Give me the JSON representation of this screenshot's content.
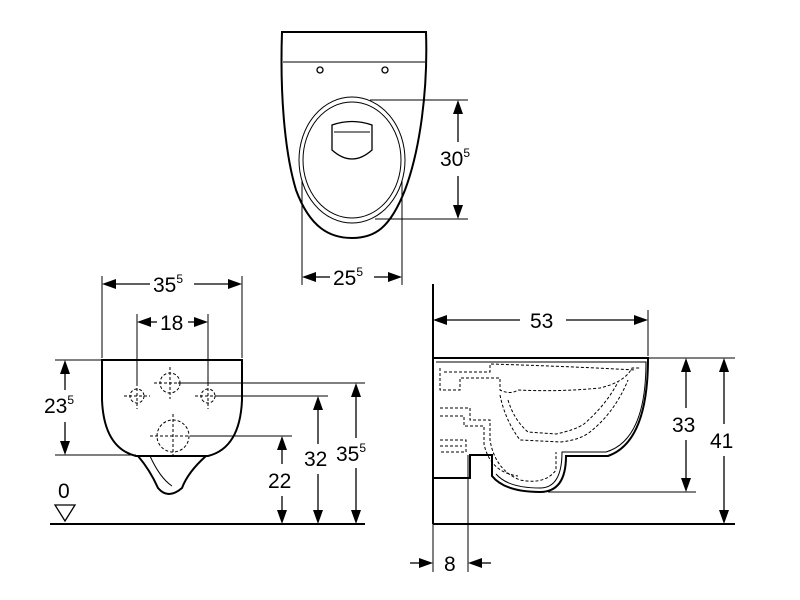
{
  "top_view": {
    "depth_label": {
      "main": "30",
      "sup": "5"
    },
    "width_label": {
      "main": "25",
      "sup": "5"
    }
  },
  "front_view": {
    "overall_width_label": {
      "main": "35",
      "sup": "5"
    },
    "fixing_spacing_label": {
      "main": "18"
    },
    "height_left_label": {
      "main": "23",
      "sup": "5"
    },
    "height_22_label": {
      "main": "22"
    },
    "height_32_label": {
      "main": "32"
    },
    "height_35_label": {
      "main": "35",
      "sup": "5"
    },
    "floor_level_label": "0"
  },
  "side_view": {
    "projection_label": {
      "main": "53"
    },
    "height_33_label": {
      "main": "33"
    },
    "height_41_label": {
      "main": "41"
    },
    "wall_offset_label": {
      "main": "8"
    }
  }
}
